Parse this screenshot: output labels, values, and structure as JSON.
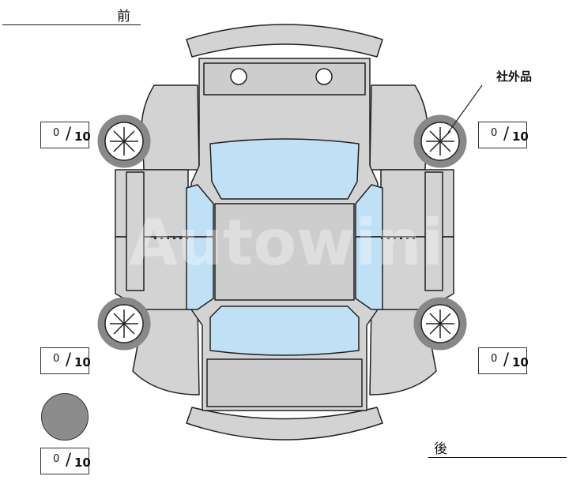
{
  "labels": {
    "front": "前",
    "rear": "後",
    "aftermarket": "社外品"
  },
  "watermark": "Autowini",
  "scores": {
    "front_left": {
      "value": "0",
      "max": "10"
    },
    "front_right": {
      "value": "0",
      "max": "10"
    },
    "rear_left": {
      "value": "0",
      "max": "10"
    },
    "rear_right": {
      "value": "0",
      "max": "10"
    },
    "legend": {
      "value": "0",
      "max": "10"
    }
  },
  "colors": {
    "body": "#d3d3d3",
    "glass": "#bfe0f5",
    "outline": "#222222",
    "legend": "#8c8c8c"
  },
  "icons": {
    "wheel": "wheel-icon",
    "mirror": "mirror-icon"
  }
}
